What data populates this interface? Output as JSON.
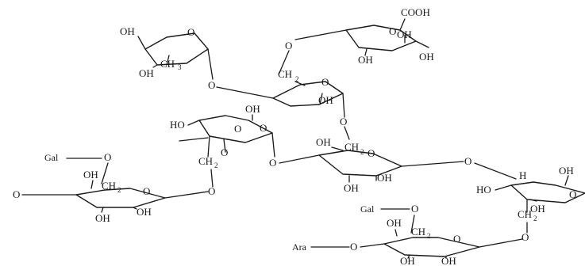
{
  "structure": {
    "labels": {
      "cooh": "COOH",
      "oh": "OH",
      "ho": "HO",
      "o": "O",
      "ch": "CH",
      "h": "H",
      "sub3": "3",
      "sub2": "2",
      "gal": "Gal",
      "ara": "Ara"
    }
  }
}
